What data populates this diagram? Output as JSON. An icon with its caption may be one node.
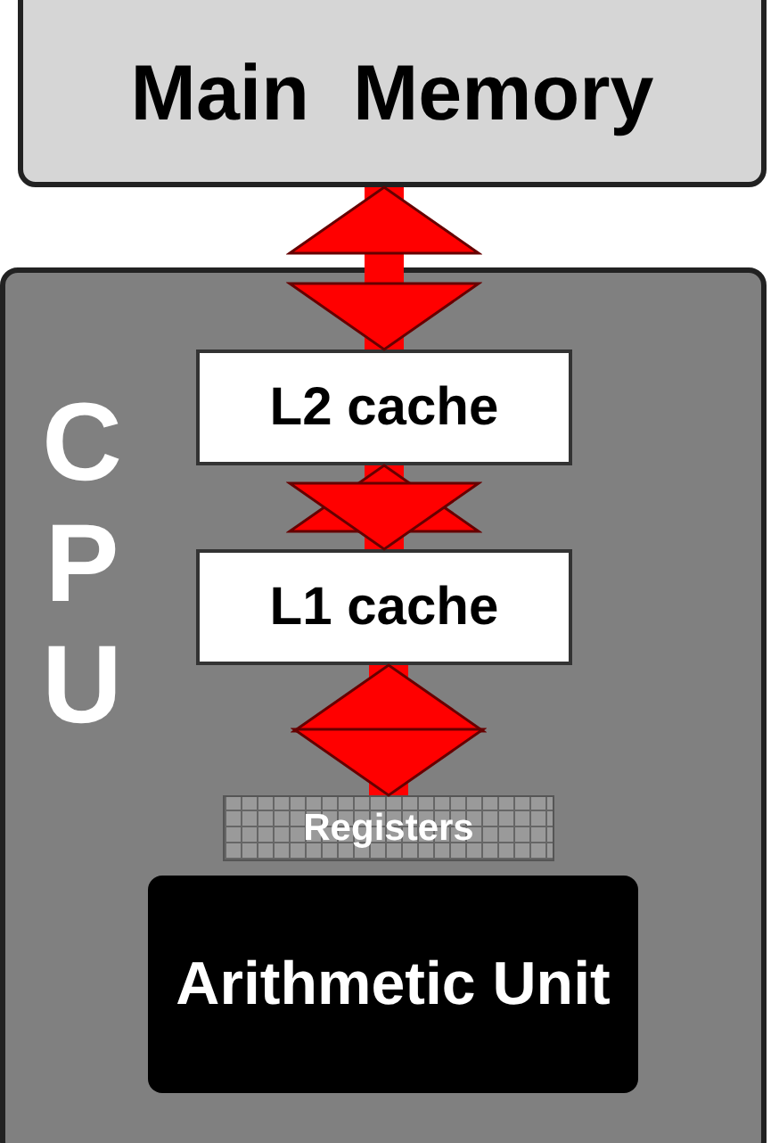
{
  "diagram": {
    "nodes": [
      {
        "text": [
          "Main  Memory"
        ]
      },
      {
        "text": [
          "CPU"
        ]
      },
      {
        "text": [
          "L2 cache"
        ],
        "in": 1
      },
      {
        "text": [
          "L1 cache"
        ],
        "in": 1
      },
      {
        "text": [
          "Registers"
        ],
        "in": 1
      },
      {
        "text": [
          "Arithmetic Unit"
        ],
        "in": 1
      }
    ],
    "edges": [
      {
        "from": 0,
        "to": 2,
        "arrow": "both"
      },
      {
        "from": 2,
        "to": 3,
        "arrow": "both"
      },
      {
        "from": 3,
        "to": 4,
        "arrow": "both"
      }
    ]
  }
}
